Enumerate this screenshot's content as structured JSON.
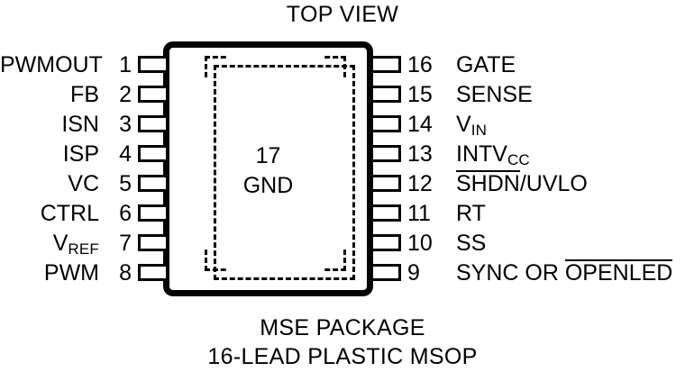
{
  "diagram": {
    "title": "TOP VIEW",
    "center_label": {
      "pin_number": "17",
      "name": "GND"
    },
    "captions": {
      "line1": "MSE PACKAGE",
      "line2": "16-LEAD PLASTIC MSOP"
    },
    "colors": {
      "ink": "#000000",
      "background": "#ffffff"
    },
    "left_pins": [
      {
        "number": "1",
        "name": "PWMOUT"
      },
      {
        "number": "2",
        "name": "FB"
      },
      {
        "number": "3",
        "name": "ISN"
      },
      {
        "number": "4",
        "name": "ISP"
      },
      {
        "number": "5",
        "name": "VC"
      },
      {
        "number": "6",
        "name": "CTRL"
      },
      {
        "number": "7",
        "name": "V",
        "sub": "REF"
      },
      {
        "number": "8",
        "name": "PWM"
      }
    ],
    "right_pins": [
      {
        "number": "16",
        "name": "GATE"
      },
      {
        "number": "15",
        "name": "SENSE"
      },
      {
        "number": "14",
        "name": "V",
        "sub": "IN"
      },
      {
        "number": "13",
        "name": "INTV",
        "sub": "CC"
      },
      {
        "number": "12",
        "overline": "SHDN",
        "tail": "/UVLO"
      },
      {
        "number": "11",
        "name": "RT"
      },
      {
        "number": "10",
        "name": "SS"
      },
      {
        "number": "9",
        "lead": "SYNC OR ",
        "overline": "OPENLED"
      }
    ]
  }
}
